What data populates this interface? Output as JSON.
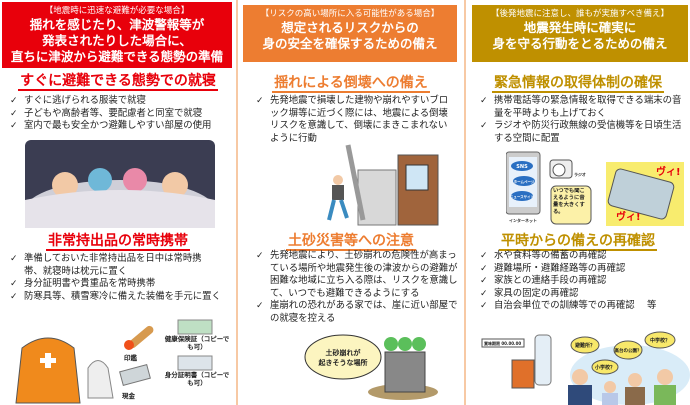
{
  "colors": {
    "red": "#e8000b",
    "orange": "#ed7d31",
    "gold": "#bf9000"
  },
  "columns": [
    {
      "header": {
        "sub": "【地震時に迅速な避難が必要な場合】",
        "title_lines": [
          "揺れを感じたり、津波警報等が",
          "発表されたりした場合に、",
          "直ちに津波から避難できる態勢の準備"
        ]
      },
      "sections": [
        {
          "title": "すぐに避難できる態勢での就寝",
          "bullets": [
            "すぐに逃げられる服装で就寝",
            "子どもや高齢者等、要配慮者と同室で就寝",
            "室内で最も安全かつ避難しやすい部屋の使用"
          ]
        },
        {
          "title": "非常持出品の常時携帯",
          "bullets": [
            "準備しておいた非常持出品を日中は常時携帯、就寝時は枕元に置く",
            "身分証明書や貴重品を常時携帯",
            "防寒具等、積雪寒冷に備えた装備を手元に置く"
          ],
          "illustration_labels": [
            "印鑑",
            "健康保険証（コピーでも可）",
            "現金",
            "身分証明書（コピーでも可）"
          ]
        }
      ]
    },
    {
      "header": {
        "sub": "【リスクの高い場所に入る可能性がある場合】",
        "title_lines": [
          "想定されるリスクからの",
          "身の安全を確保するための備え"
        ]
      },
      "sections": [
        {
          "title": "揺れによる倒壊への備え",
          "bullets": [
            "先発地震で損壊した建物や崩れやすいブロック塀等に近づく際には、地震による倒壊リスクを意識して、倒壊にまきこまれないように行動"
          ]
        },
        {
          "title": "土砂災害等への注意",
          "bullets": [
            "先発地震により、土砂崩れの危険性が高まっている場所や地震発生後の津波からの避難が困難な地域に立ち入る際は、リスクを意識して、いつでも避難できるようにする",
            "崖崩れの恐れがある家では、崖に近い部屋での就寝を控える"
          ],
          "illustration_labels": [
            "土砂崩れが",
            "起きそうな場所"
          ]
        }
      ]
    },
    {
      "header": {
        "sub": "【後発地震に注意し、誰もが実施すべき備え】",
        "title_lines": [
          "地震発生時に確実に",
          "身を守る行動をとるための備え"
        ]
      },
      "sections": [
        {
          "title": "緊急情報の取得体制の確保",
          "bullets": [
            "携帯電話等の緊急情報を取得できる端末の音量を平時よりも上げておく",
            "ラジオや防災行政無線の受信機等を日頃生活する空間に配置"
          ],
          "illustration_labels": {
            "phone_items": [
              "SNS",
              "ホームページ",
              "ニュースサイト"
            ],
            "phone_caption": "インターネット",
            "radio": "ラジオ",
            "bubble": "いつでも聞こえるように音量を大きくする。",
            "alarm": "ヴィ!"
          }
        },
        {
          "title": "平時からの備えの再確認",
          "bullets": [
            "水や食料等の備蓄の再確認",
            "避難場所・避難経路等の再確認",
            "家族との連絡手段の再確認",
            "家具の固定の再確認",
            "自治会単位での訓練等での再確認　 等"
          ],
          "illustration_labels": {
            "expiry": "賞味期限 00.00.00",
            "bubbles": [
              "避難所？",
              "小学校？",
              "高台の公園？",
              "中学校？"
            ]
          }
        }
      ]
    }
  ]
}
